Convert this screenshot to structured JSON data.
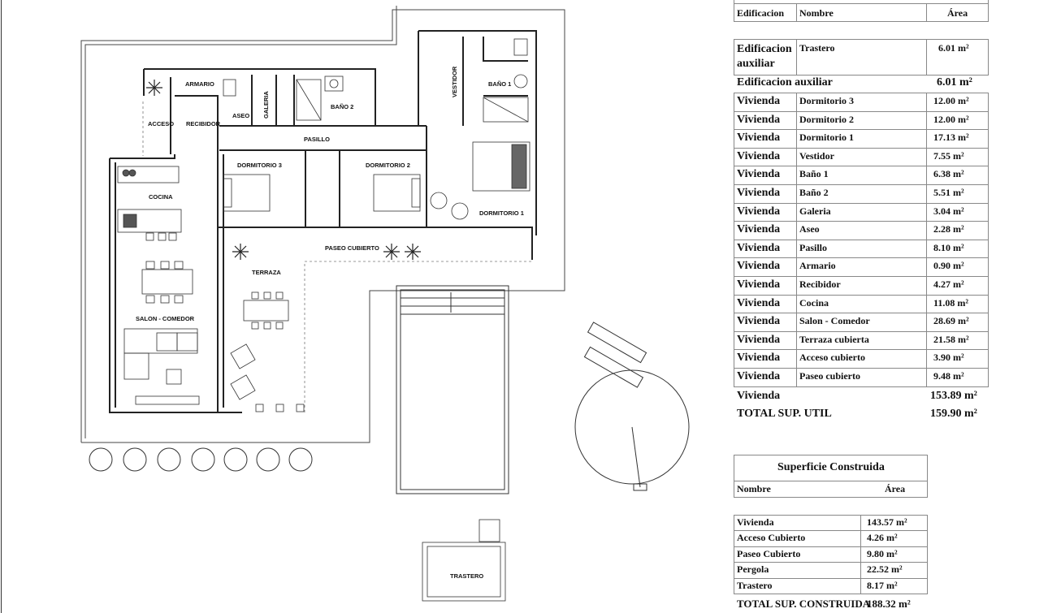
{
  "rooms": {
    "armario": "ARMARIO",
    "acceso": "ACCESO",
    "recibidor": "RECIBIDOR",
    "aseo": "ASEO",
    "galeria": "GALERIA",
    "bano2": "BAÑO 2",
    "vestidor": "VESTIDOR",
    "bano1": "BAÑO 1",
    "pasillo": "PASILLO",
    "dormitorio3": "DORMITORIO 3",
    "dormitorio2": "DORMITORIO 2",
    "dormitorio1": "DORMITORIO 1",
    "cocina": "COCINA",
    "paseo_cubierto": "PASEO CUBIERTO",
    "terraza": "TERRAZA",
    "salon_comedor": "SALON - COMEDOR",
    "trastero": "TRASTERO"
  },
  "area_table": {
    "headers": {
      "edificacion": "Edificacion",
      "nombre": "Nombre",
      "area": "Área"
    },
    "aux_row": {
      "edificacion_l1": "Edificacion",
      "edificacion_l2": "auxiliar",
      "nombre": "Trastero",
      "area": "6.01 m²"
    },
    "aux_total": {
      "label": "Edificacion auxiliar",
      "area": "6.01 m²"
    },
    "rows": [
      {
        "edificacion": "Vivienda",
        "nombre": "Dormitorio 3",
        "area": "12.00 m²"
      },
      {
        "edificacion": "Vivienda",
        "nombre": "Dormitorio 2",
        "area": "12.00 m²"
      },
      {
        "edificacion": "Vivienda",
        "nombre": "Dormitorio 1",
        "area": "17.13 m²"
      },
      {
        "edificacion": "Vivienda",
        "nombre": "Vestidor",
        "area": "7.55 m²"
      },
      {
        "edificacion": "Vivienda",
        "nombre": "Baño 1",
        "area": "6.38 m²"
      },
      {
        "edificacion": "Vivienda",
        "nombre": "Baño 2",
        "area": "5.51 m²"
      },
      {
        "edificacion": "Vivienda",
        "nombre": "Galeria",
        "area": "3.04 m²"
      },
      {
        "edificacion": "Vivienda",
        "nombre": "Aseo",
        "area": "2.28 m²"
      },
      {
        "edificacion": "Vivienda",
        "nombre": "Pasillo",
        "area": "8.10 m²"
      },
      {
        "edificacion": "Vivienda",
        "nombre": "Armario",
        "area": "0.90 m²"
      },
      {
        "edificacion": "Vivienda",
        "nombre": "Recibidor",
        "area": "4.27 m²"
      },
      {
        "edificacion": "Vivienda",
        "nombre": "Cocina",
        "area": "11.08 m²"
      },
      {
        "edificacion": "Vivienda",
        "nombre": "Salon - Comedor",
        "area": "28.69 m²"
      },
      {
        "edificacion": "Vivienda",
        "nombre": "Terraza cubierta",
        "area": "21.58 m²"
      },
      {
        "edificacion": "Vivienda",
        "nombre": "Acceso cubierto",
        "area": "3.90 m²"
      },
      {
        "edificacion": "Vivienda",
        "nombre": "Paseo cubierto",
        "area": "9.48 m²"
      }
    ],
    "vivienda_total": {
      "label": "Vivienda",
      "area": "153.89 m²"
    },
    "grand_total": {
      "label": "TOTAL SUP. UTIL",
      "area": "159.90 m²"
    }
  },
  "built_table": {
    "title": "Superficie Construida",
    "headers": {
      "nombre": "Nombre",
      "area": "Área"
    },
    "rows": [
      {
        "nombre": "Vivienda",
        "area": "143.57 m²"
      },
      {
        "nombre": "Acceso Cubierto",
        "area": "4.26 m²"
      },
      {
        "nombre": "Paseo Cubierto",
        "area": "9.80 m²"
      },
      {
        "nombre": "Pergola",
        "area": "22.52 m²"
      },
      {
        "nombre": "Trastero",
        "area": "8.17 m²"
      }
    ],
    "total": {
      "label": "TOTAL SUP. CONSTRUIDA",
      "area": "188.32 m²"
    }
  }
}
